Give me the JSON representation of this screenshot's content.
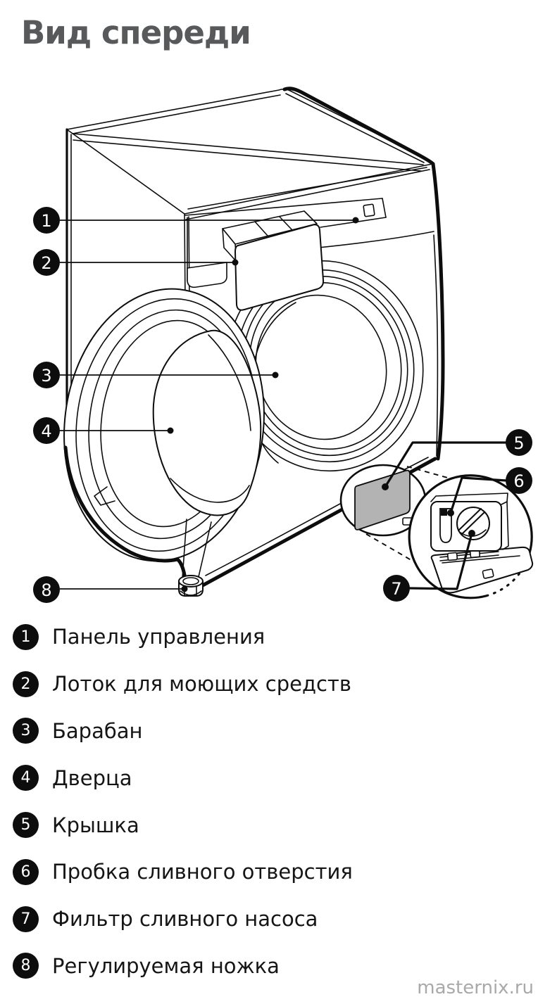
{
  "title": "Вид спереди",
  "watermark": "masternix.ru",
  "colors": {
    "title_text": "#58595b",
    "line_art": "#0d0d0d",
    "pump_cover_fill": "#b3b3b3",
    "legend_badge_fill": "#0d0d0d",
    "legend_text": "#151515",
    "watermark_text": "#a9a9a9",
    "background": "#ffffff"
  },
  "legend": {
    "items": [
      {
        "num": "1",
        "label": "Панель управления"
      },
      {
        "num": "2",
        "label": "Лоток для моющих средств"
      },
      {
        "num": "3",
        "label": "Барабан"
      },
      {
        "num": "4",
        "label": "Дверца"
      },
      {
        "num": "5",
        "label": "Крышка"
      },
      {
        "num": "6",
        "label": "Пробка сливного отверстия"
      },
      {
        "num": "7",
        "label": "Фильтр сливного насоса"
      },
      {
        "num": "8",
        "label": "Регулируемая ножка"
      }
    ]
  },
  "diagram": {
    "name": "washing-machine-front-view",
    "badges": [
      "1",
      "2",
      "3",
      "4",
      "5",
      "6",
      "7",
      "8"
    ]
  }
}
